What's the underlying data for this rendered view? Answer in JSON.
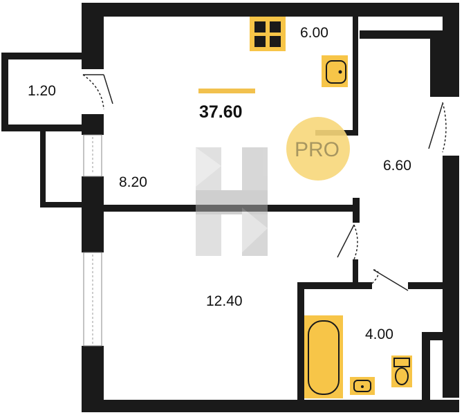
{
  "plan": {
    "total_area": "37.60",
    "badge": "PRO",
    "rooms": {
      "balcony": "1.20",
      "kitchen": "6.00",
      "loggia_side": "8.20",
      "hall": "6.60",
      "living": "12.40",
      "bathroom": "4.00"
    }
  },
  "colors": {
    "wall": "#1a1a1a",
    "fixture": "#f7c548",
    "accent_bar": "#f2c14e",
    "badge_circle": "#f7d77a",
    "watermark": "#bdbdbd"
  }
}
